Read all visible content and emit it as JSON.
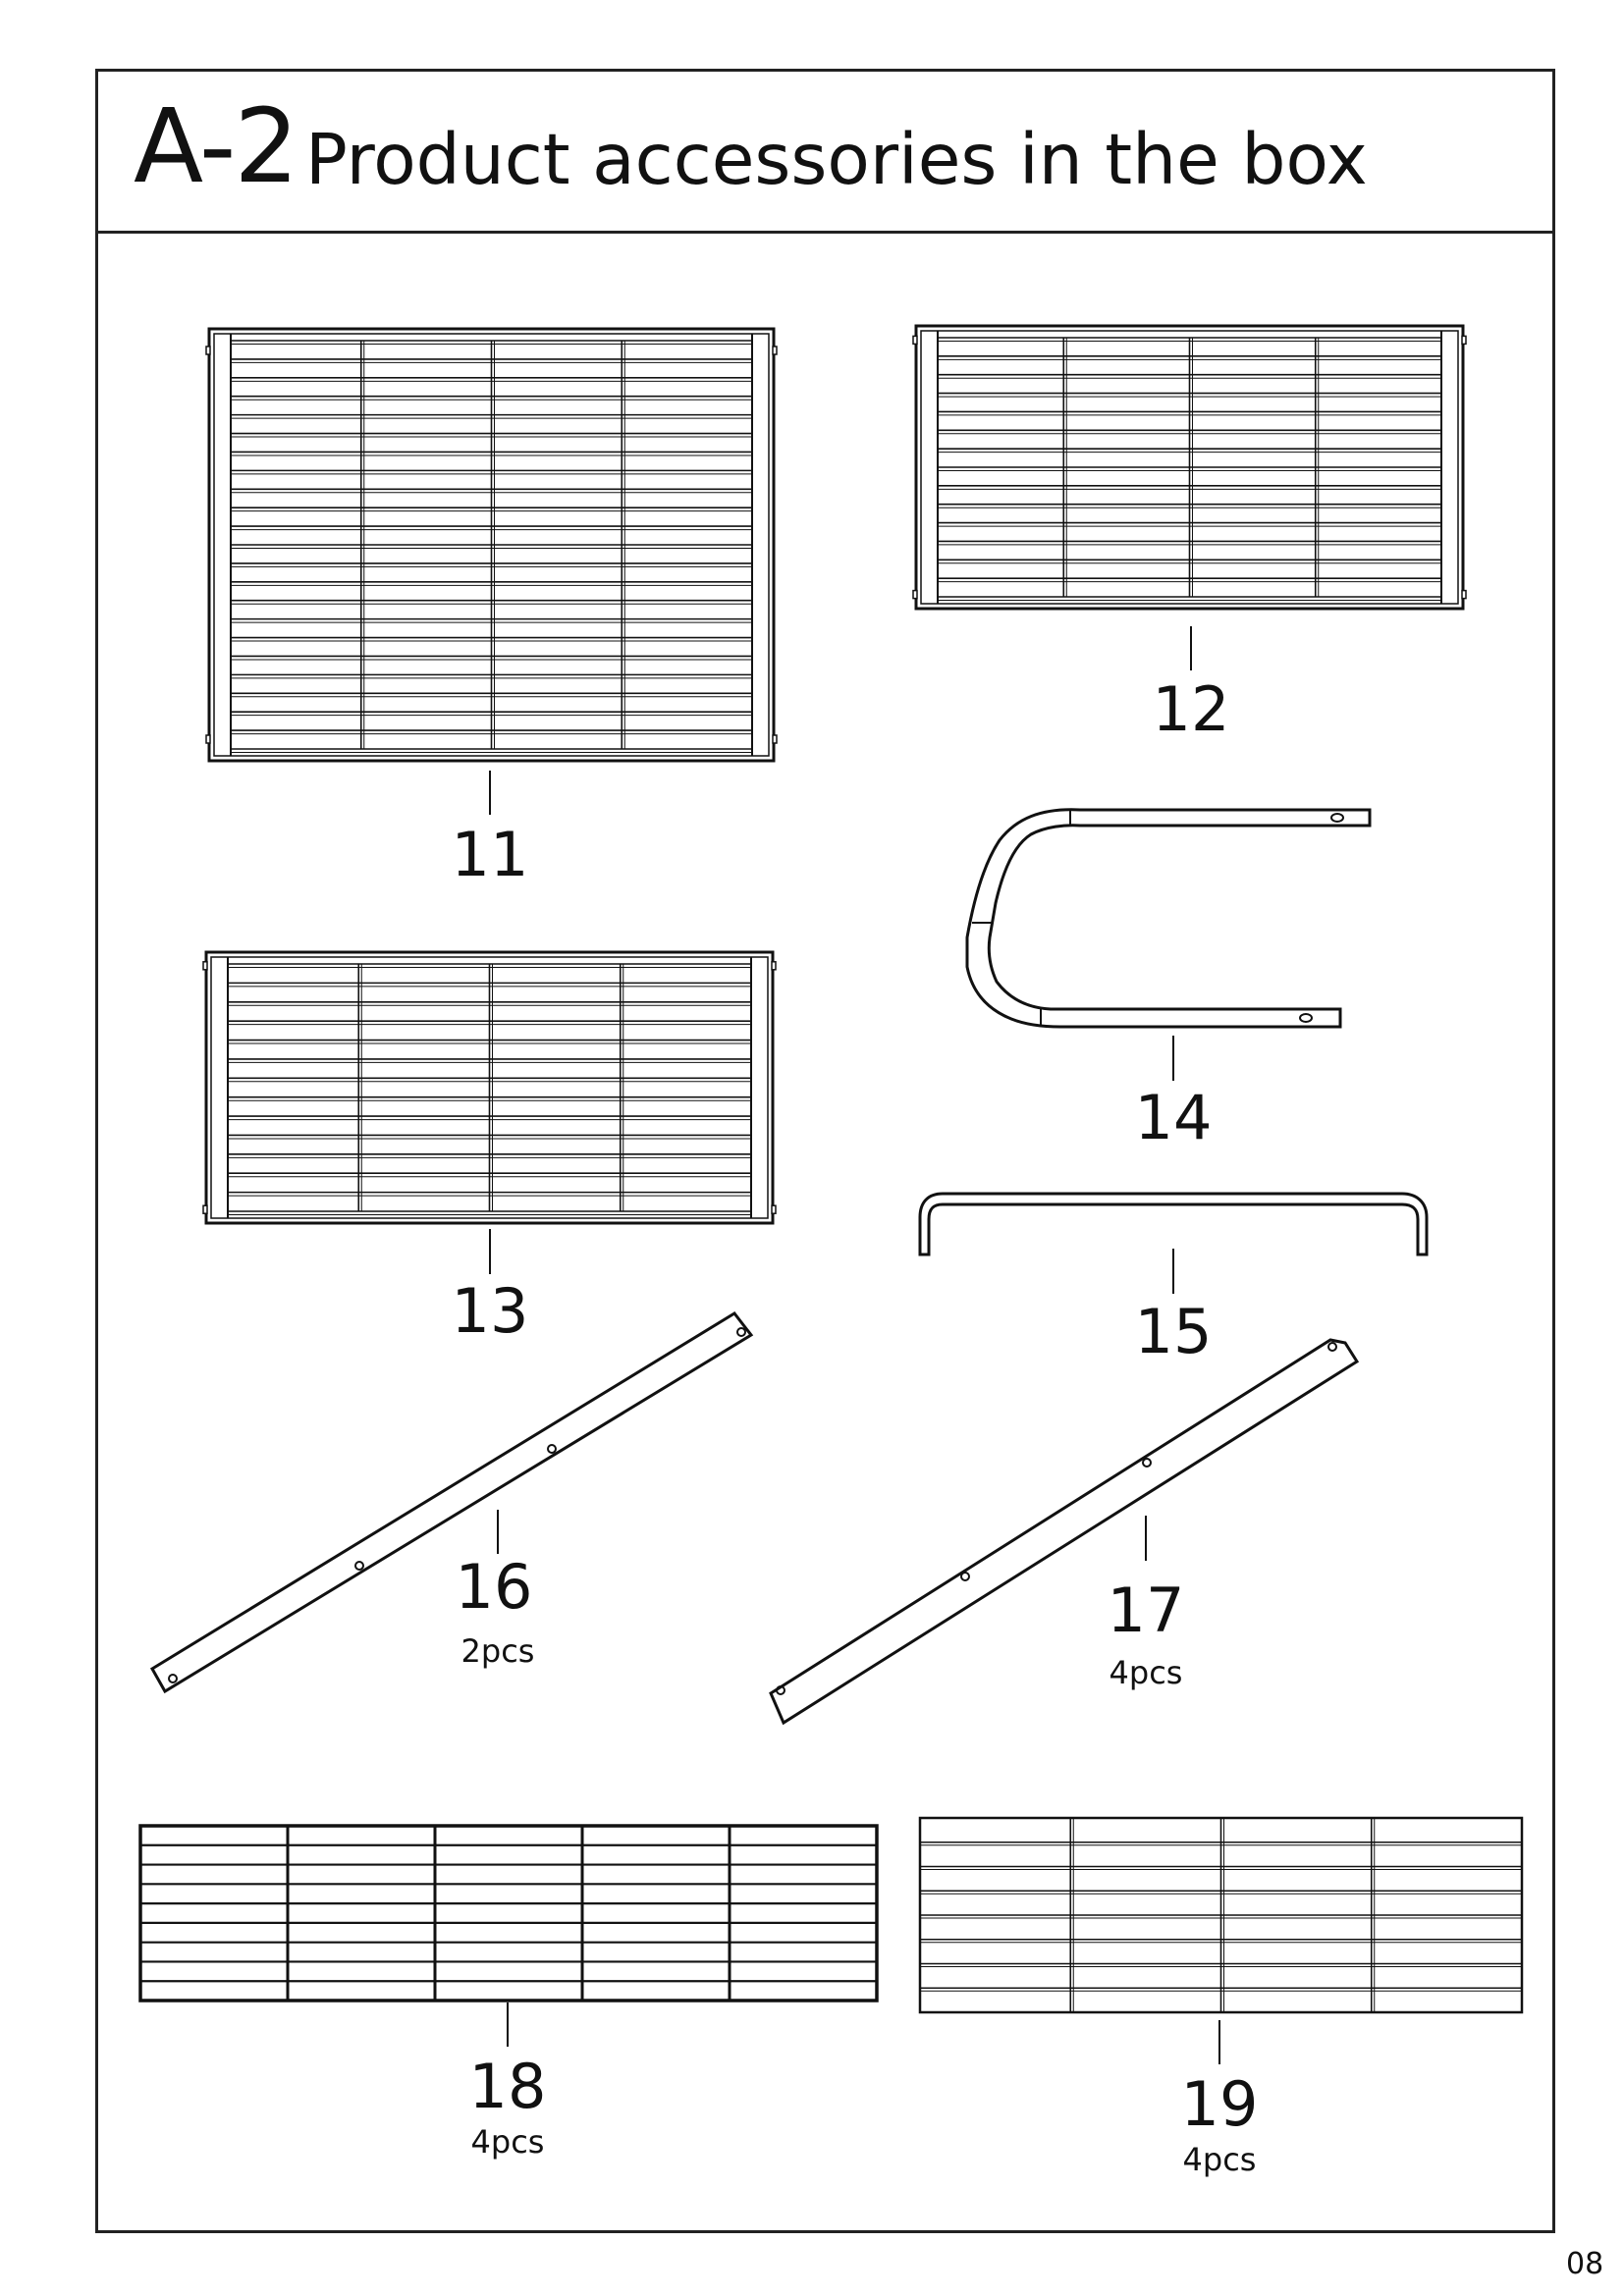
{
  "header": {
    "section_code": "A-2",
    "title": "Product accessories in the box"
  },
  "parts": [
    {
      "id": "11",
      "label": "11",
      "qty": ""
    },
    {
      "id": "12",
      "label": "12",
      "qty": ""
    },
    {
      "id": "13",
      "label": "13",
      "qty": ""
    },
    {
      "id": "14",
      "label": "14",
      "qty": ""
    },
    {
      "id": "15",
      "label": "15",
      "qty": ""
    },
    {
      "id": "16",
      "label": "16",
      "qty": "2pcs"
    },
    {
      "id": "17",
      "label": "17",
      "qty": "4pcs"
    },
    {
      "id": "18",
      "label": "18",
      "qty": "4pcs"
    },
    {
      "id": "19",
      "label": "19",
      "qty": "4pcs"
    }
  ],
  "page_number": "08"
}
